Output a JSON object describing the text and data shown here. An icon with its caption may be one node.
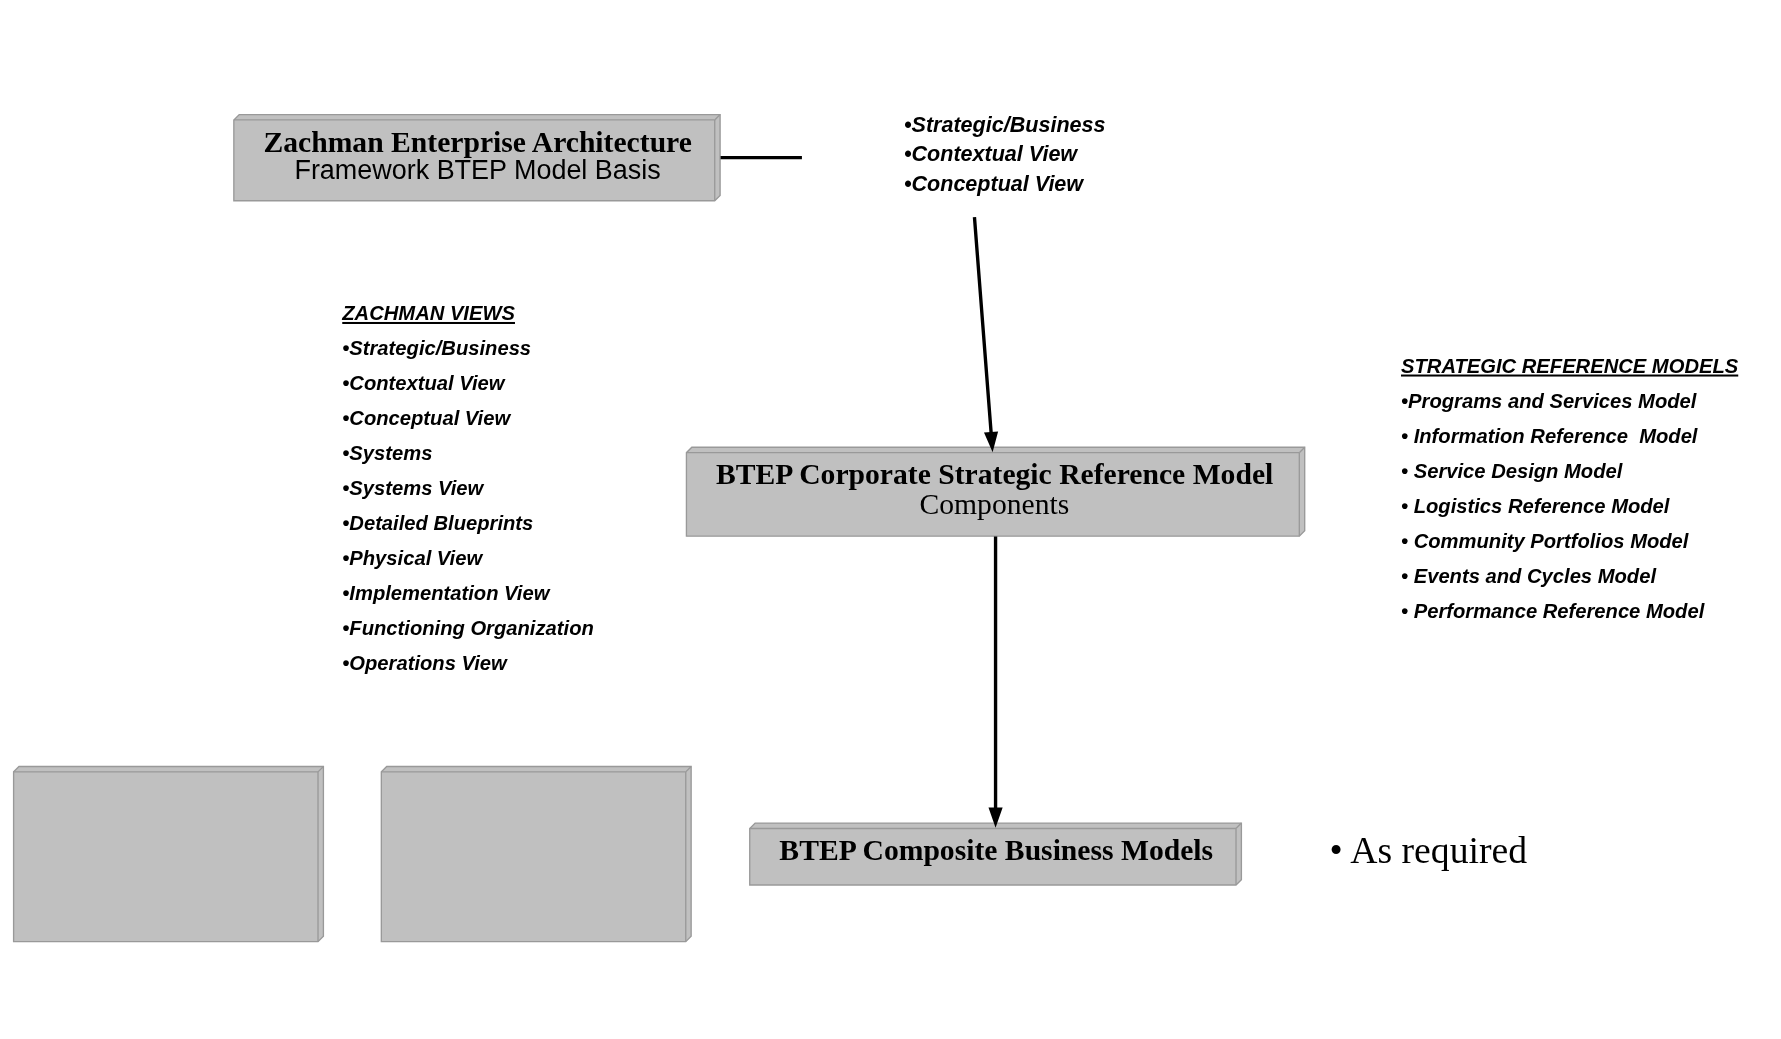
{
  "diagram": {
    "nodes": [
      {
        "text": [
          "Zachman Enterprise Architecture",
          "Framework BTEP Model Basis"
        ]
      },
      {
        "text": [
          "•Strategic/Business",
          "•Contextual View",
          "•Conceptual View"
        ]
      },
      {
        "text": [
          "BTEP Corporate Strategic Reference Model",
          "Components"
        ]
      },
      {
        "text": [],
        "shape": "box"
      },
      {
        "text": [],
        "shape": "box"
      },
      {
        "text": [
          "BTEP Composite Business Models"
        ]
      }
    ],
    "edges": [
      {
        "from": 0,
        "to": 1,
        "arrow": "none"
      },
      {
        "from": 1,
        "to": 2,
        "arrow": "to"
      },
      {
        "from": 2,
        "to": 5,
        "arrow": "to"
      }
    ],
    "labels": [
      "ZACHMAN VIEWS",
      "•Strategic/Business",
      "•Contextual View",
      "•Conceptual View",
      "•Systems",
      "•Systems View",
      "•Detailed Blueprints",
      "•Physical View",
      "•Implementation View",
      "•Functioning Organization",
      "•Operations View",
      "STRATEGIC REFERENCE MODELS",
      "•Programs and Services Model",
      "• Information Reference  Model",
      "• Service Design Model",
      "• Logistics Reference Model",
      "• Community Portfolios Model",
      "• Events and Cycles Model",
      "• Performance Reference Model",
      "• As required"
    ]
  }
}
